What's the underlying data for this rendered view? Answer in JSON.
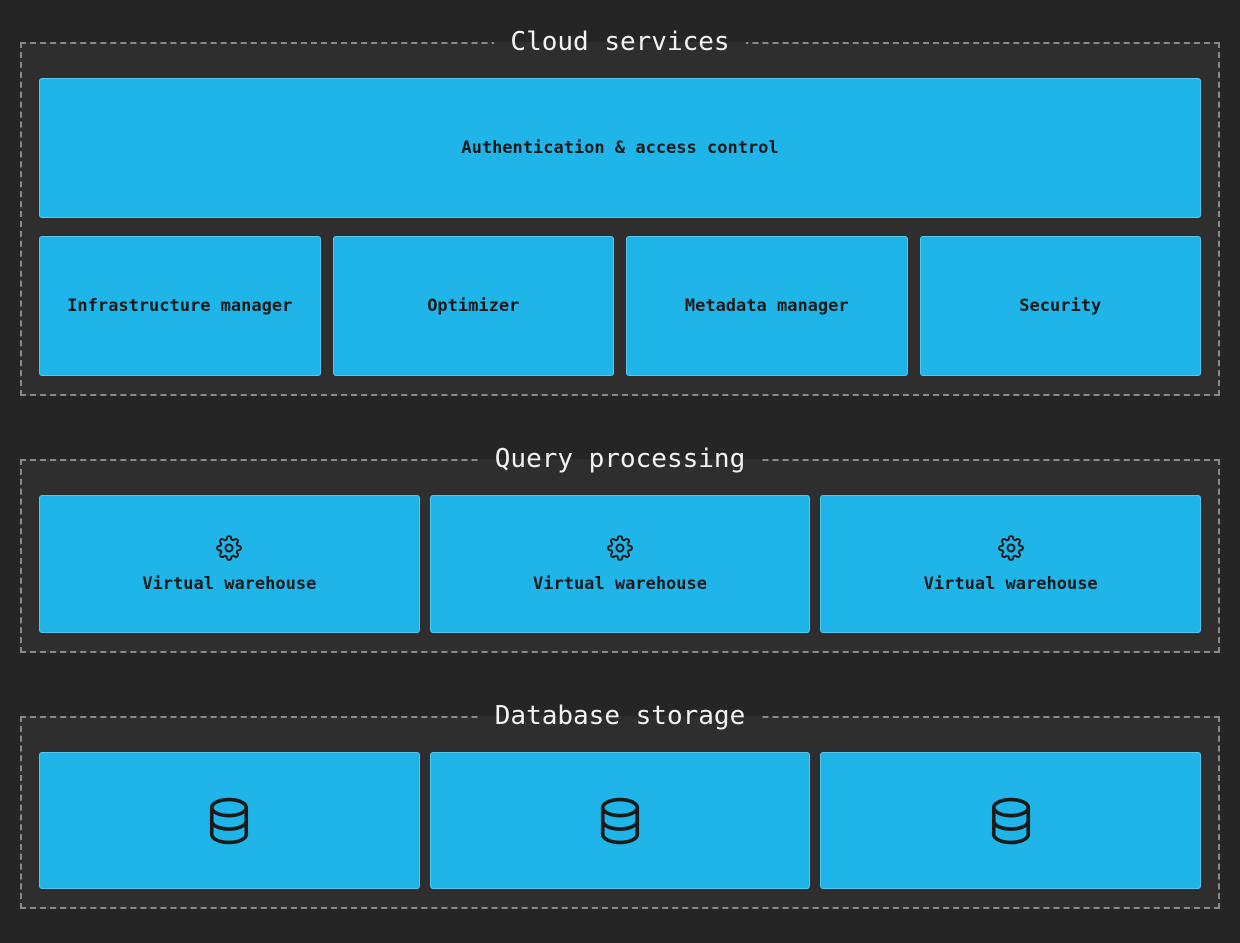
{
  "diagram": {
    "colors": {
      "page_background": "#252525",
      "section_background": "#2e2e2e",
      "section_border": "#8a8a8a",
      "node_fill": "#20b5e9",
      "node_text": "#1a1a1a",
      "title_text": "#f2f2f2"
    },
    "sections": {
      "cloud": {
        "title": "Cloud services",
        "auth_box": {
          "label": "Authentication & access control"
        },
        "boxes": [
          {
            "label": "Infrastructure manager"
          },
          {
            "label": "Optimizer"
          },
          {
            "label": "Metadata manager"
          },
          {
            "label": "Security"
          }
        ]
      },
      "query": {
        "title": "Query processing",
        "boxes": [
          {
            "label": "Virtual warehouse",
            "icon": "gear-icon"
          },
          {
            "label": "Virtual warehouse",
            "icon": "gear-icon"
          },
          {
            "label": "Virtual warehouse",
            "icon": "gear-icon"
          }
        ]
      },
      "storage": {
        "title": "Database storage",
        "boxes": [
          {
            "icon": "database-icon"
          },
          {
            "icon": "database-icon"
          },
          {
            "icon": "database-icon"
          }
        ]
      }
    }
  }
}
